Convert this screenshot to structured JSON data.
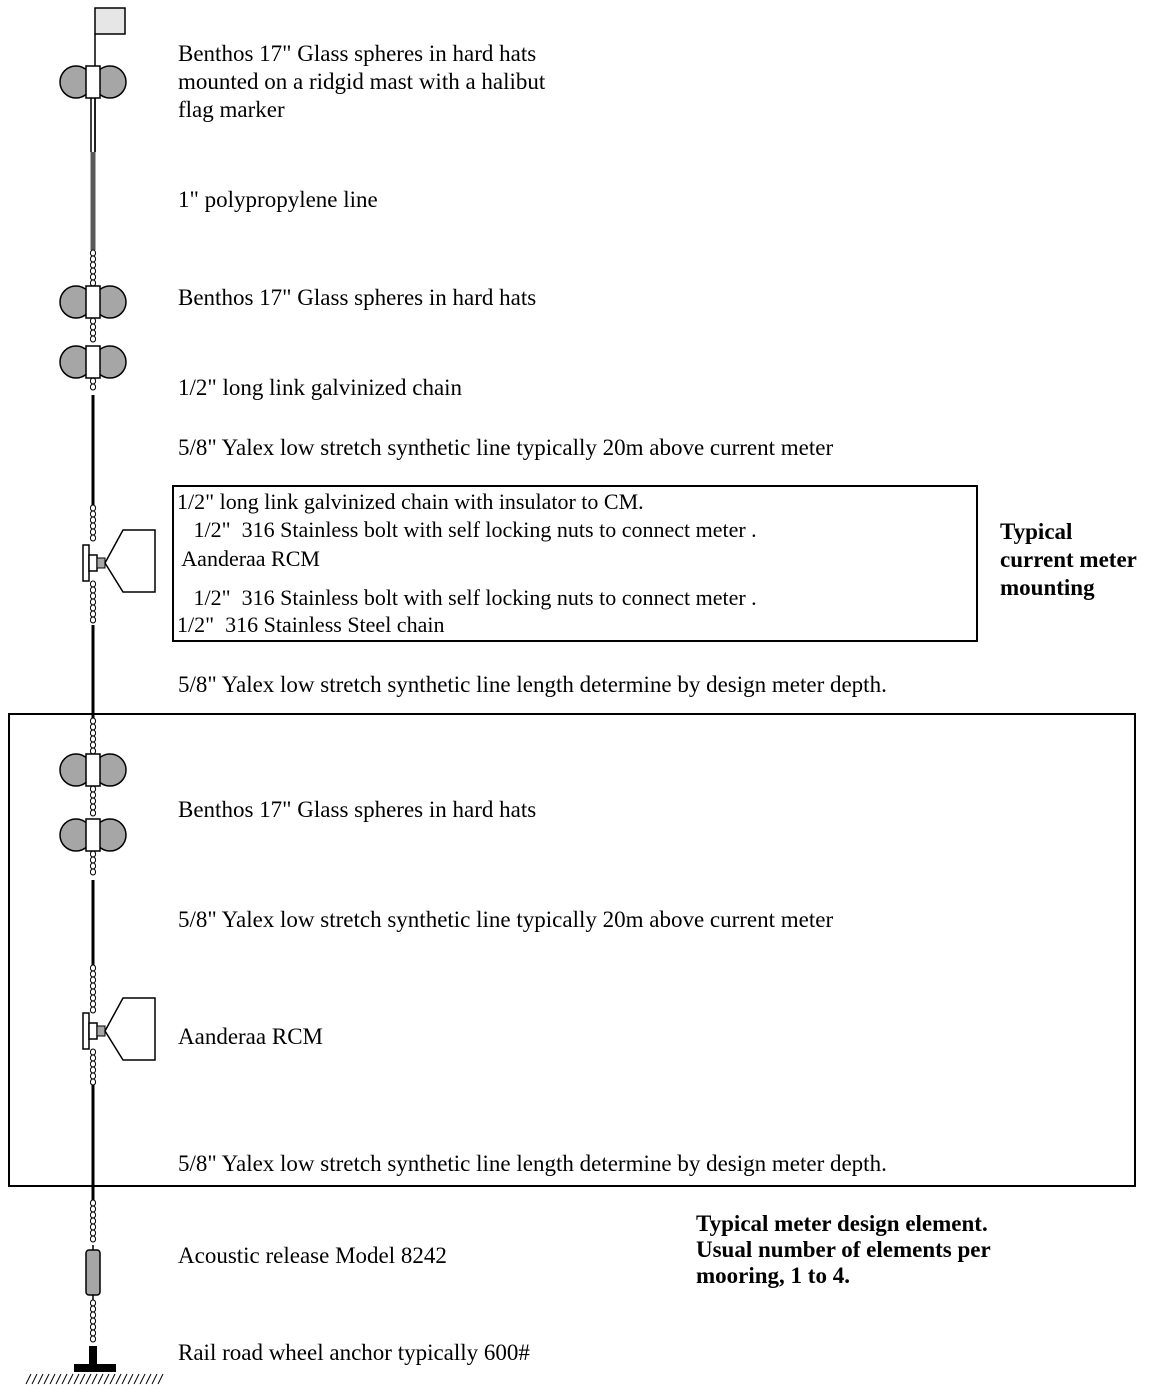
{
  "labels": {
    "top_float": [
      "Benthos 17\" Glass spheres in hard hats",
      "mounted on a ridgid mast with a halibut",
      "flag marker"
    ],
    "poly_line": "1\" polypropylene line",
    "spheres_1": "Benthos 17\" Glass spheres in hard hats",
    "chain_1": "1/2\" long link galvinized chain",
    "yalex_1": "5/8\" Yalex low stretch synthetic line typically 20m above current meter",
    "yalex_2": "5/8\" Yalex low stretch synthetic line length determine by design meter depth.",
    "spheres_2": "Benthos 17\" Glass spheres in hard hats",
    "yalex_3": "5/8\" Yalex low stretch synthetic line typically 20m above current meter",
    "rcm_2": "Aanderaa RCM",
    "yalex_4": "5/8\" Yalex low stretch synthetic line length determine by design meter depth.",
    "release": "Acoustic release Model 8242",
    "anchor": "Rail road wheel anchor typically 600#"
  },
  "mounting_box": {
    "lines": [
      "1/2\" long link galvinized chain with insulator to CM.",
      "   1/2\"  316 Stainless bolt with self locking nuts to connect meter .",
      " Aanderaa RCM",
      "   1/2\"  316 Stainless bolt with self locking nuts to connect meter .",
      "1/2\"  316 Stainless Steel chain"
    ],
    "caption": [
      "Typical",
      "current meter",
      "mounting"
    ]
  },
  "element_caption": [
    "Typical meter design element.",
    "Usual number of elements per",
    "mooring, 1 to 4."
  ],
  "colors": {
    "sphere": "#a6a6a6",
    "poly_line": "#595959",
    "release": "#a6a6a6",
    "flag": "#e6e6e6",
    "ink": "#000000"
  }
}
